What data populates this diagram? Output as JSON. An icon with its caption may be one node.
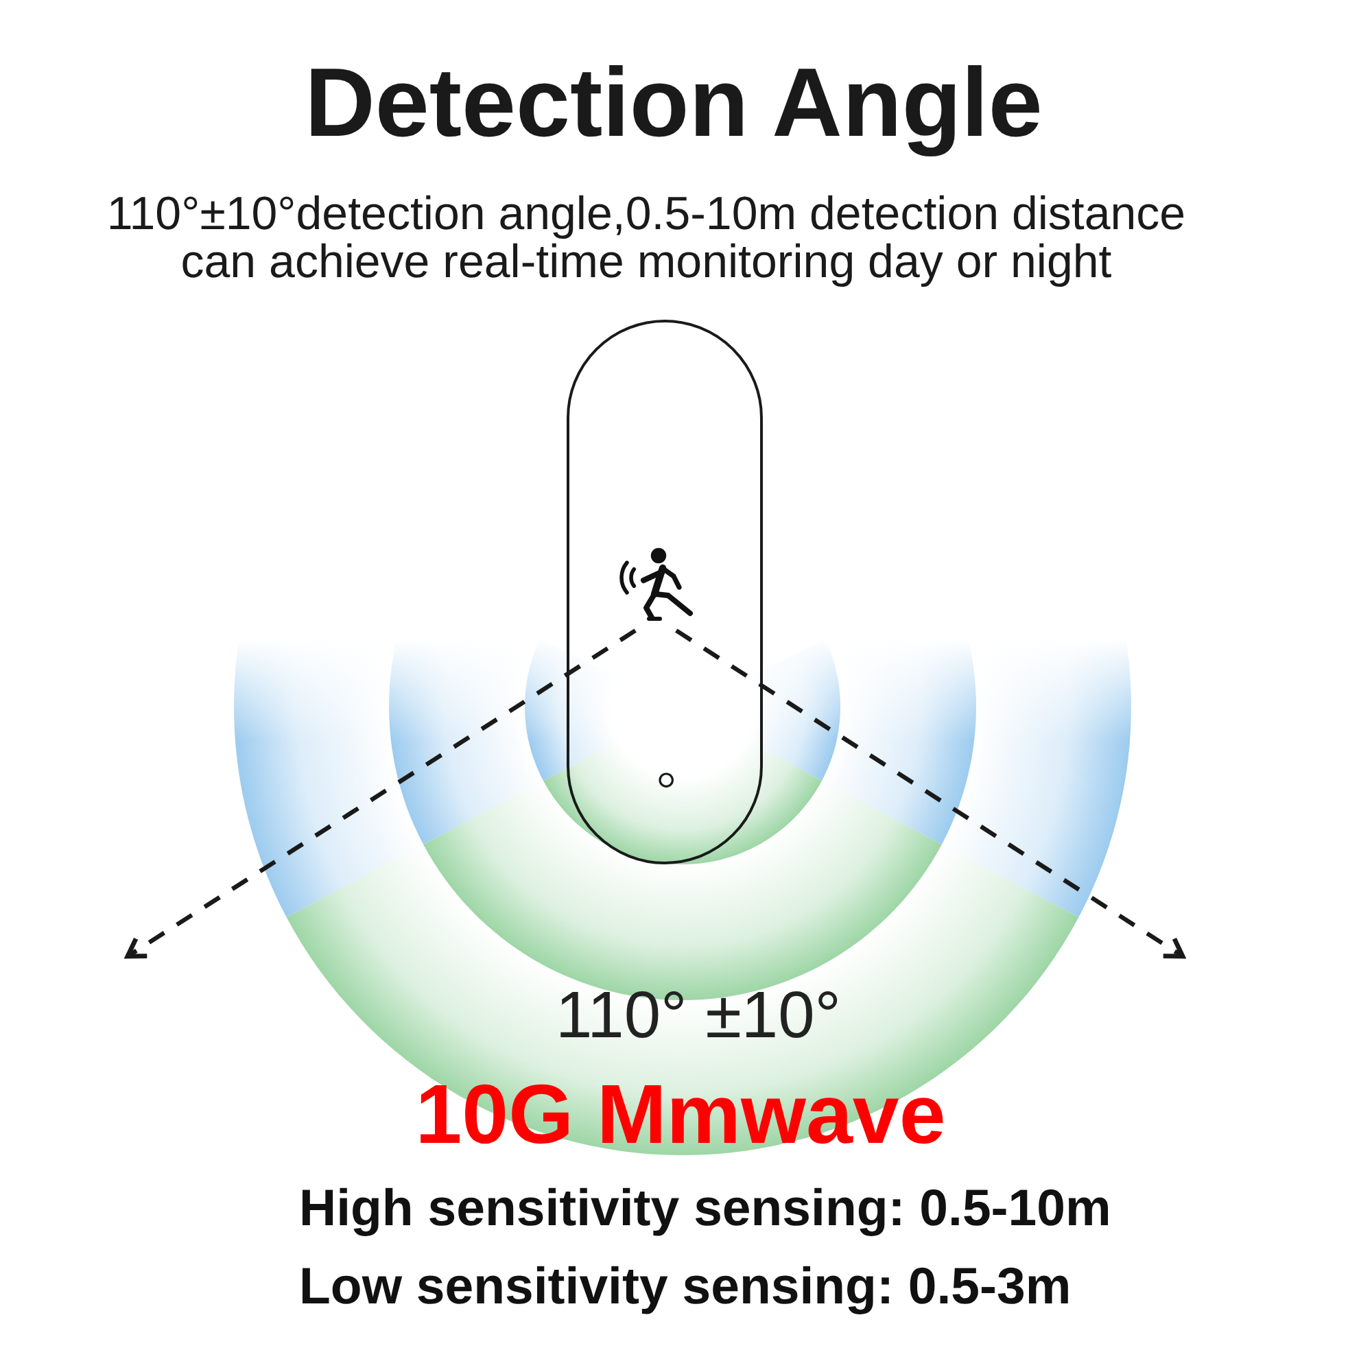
{
  "diagram": {
    "title": "Detection Angle",
    "nodes": [
      {
        "text": [],
        "shape": "pill"
      },
      {
        "text": [],
        "shape": "person",
        "in": 0
      }
    ],
    "edges": [
      {
        "from": 1,
        "to": null,
        "arrow": "to",
        "style": "dashed"
      },
      {
        "from": 1,
        "to": null,
        "arrow": "to",
        "style": "dashed"
      }
    ],
    "labels": [
      "110°±10°detection angle,0.5-10m detection distance can achieve real-time monitoring day or night",
      "110° ±10°",
      "10G Mmwave",
      "High sensitivity sensing: 0.5-10m",
      "Low sensitivity sensing: 0.5-3m"
    ]
  }
}
